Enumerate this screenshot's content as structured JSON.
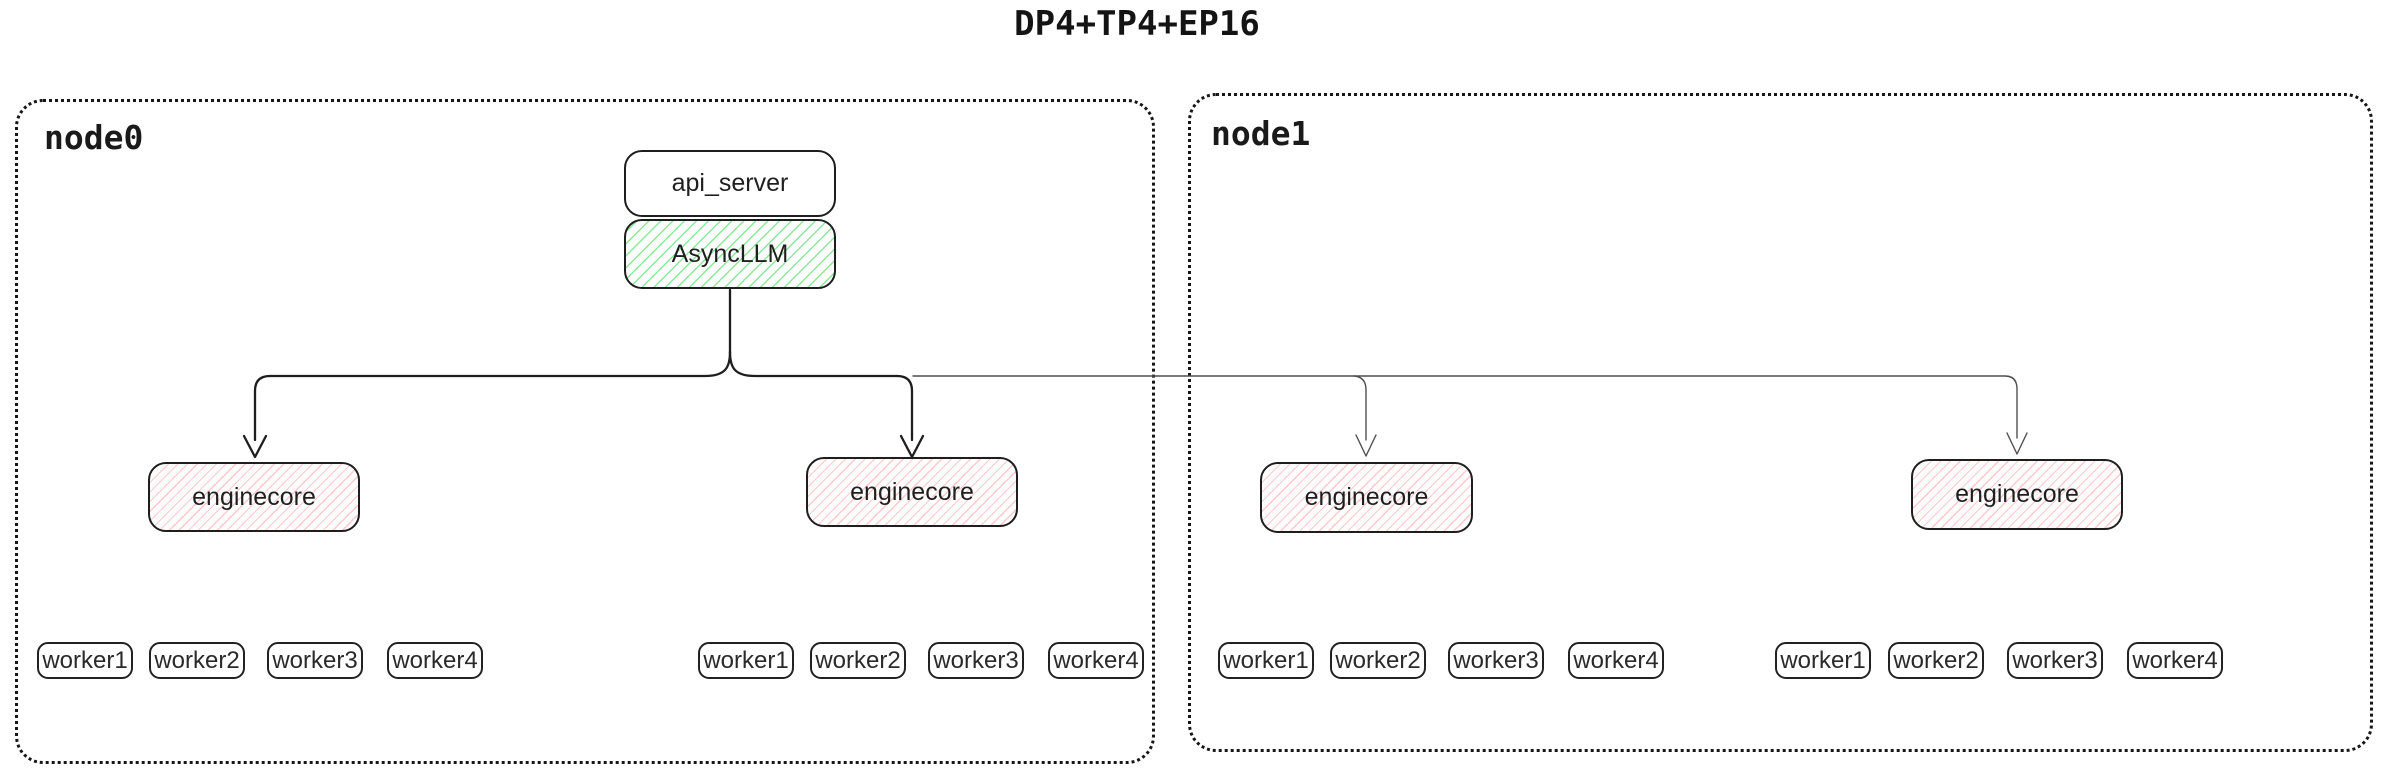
{
  "title": "DP4+TP4+EP16",
  "nodes": [
    {
      "label": "node0"
    },
    {
      "label": "node1"
    }
  ],
  "api_server": {
    "label": "api_server"
  },
  "async_llm": {
    "label": "AsyncLLM"
  },
  "enginecore": {
    "label": "enginecore"
  },
  "workers": {
    "labels": [
      "worker1",
      "worker2",
      "worker3",
      "worker4"
    ]
  },
  "edges": [
    {
      "from": "AsyncLLM",
      "to": "enginecore #1 (node0)"
    },
    {
      "from": "AsyncLLM",
      "to": "enginecore #2 (node0)"
    },
    {
      "from": "AsyncLLM",
      "to": "enginecore #3 (node1)"
    },
    {
      "from": "AsyncLLM",
      "to": "enginecore #4 (node1)"
    }
  ],
  "colors": {
    "ink": "#1e1e1e",
    "green_hatch": "#8ce99a",
    "red_hatch": "#ffc9c9",
    "thin_edge": "#4f4f4f"
  }
}
